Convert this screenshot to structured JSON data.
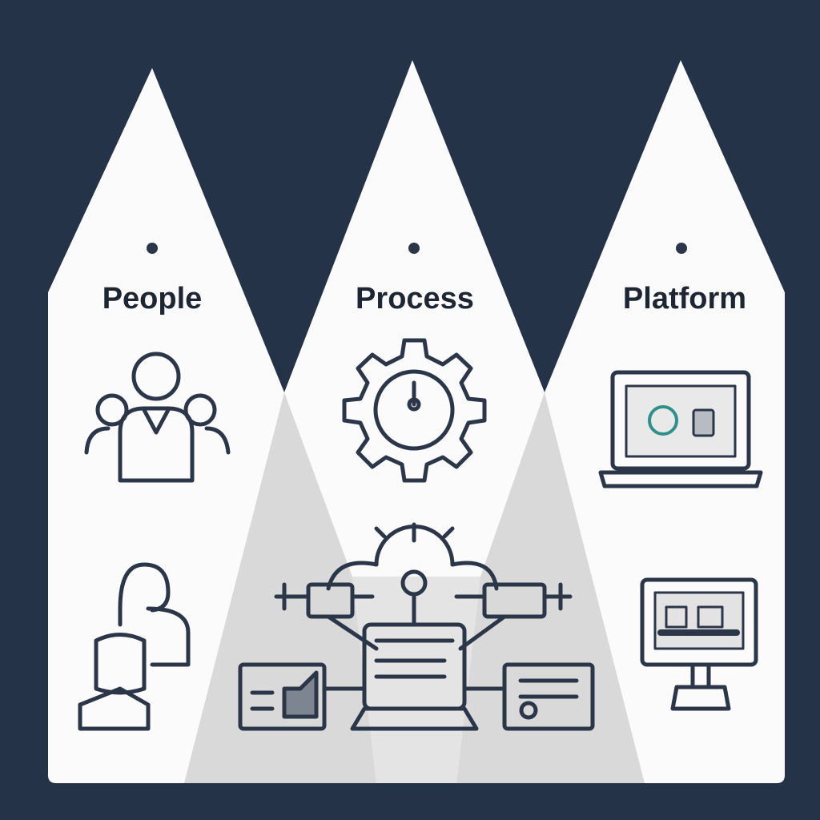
{
  "pillars": [
    {
      "title": "People",
      "icons": [
        "team-icon",
        "users-icon"
      ]
    },
    {
      "title": "Process",
      "icons": [
        "gear-icon",
        "workflow-network-icon"
      ]
    },
    {
      "title": "Platform",
      "icons": [
        "laptop-icon",
        "monitor-icon"
      ]
    }
  ],
  "colors": {
    "background": "#253349",
    "panel": "#ffffff",
    "shadow": "#d6d6d6",
    "ink": "#2b3648",
    "accent": "#2f8f8a"
  }
}
